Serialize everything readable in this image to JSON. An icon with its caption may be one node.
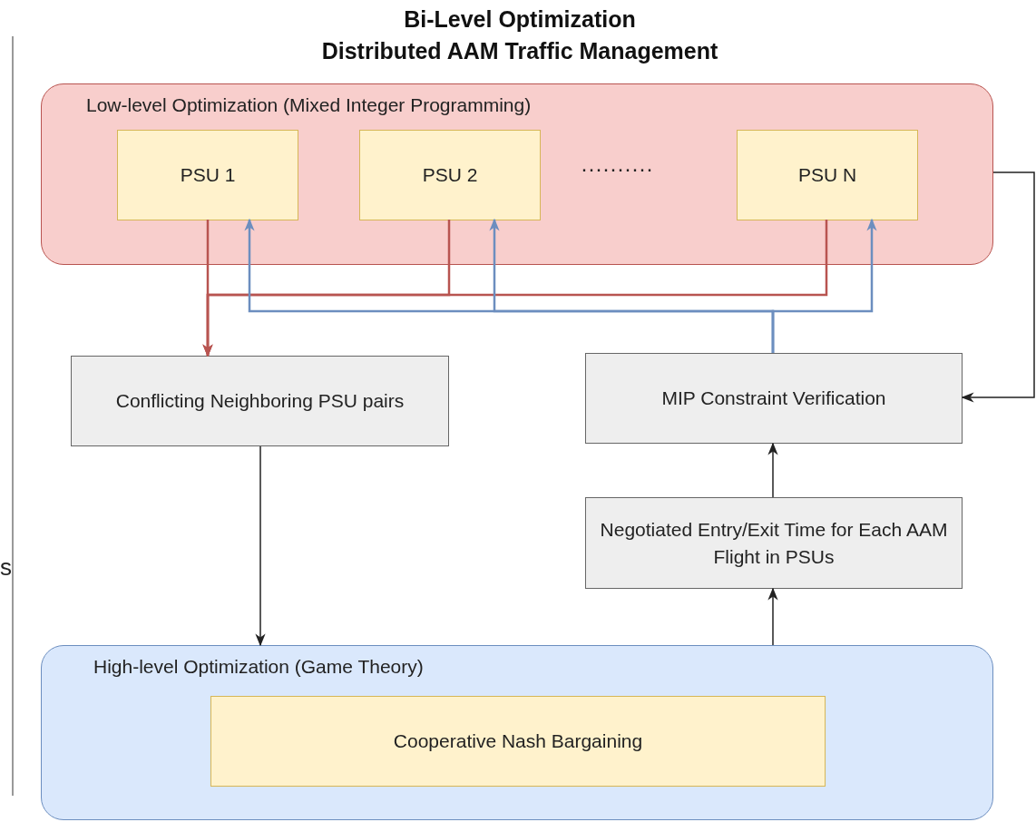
{
  "diagram": {
    "title": "Bi-Level Optimization Distributed AAM Traffic Management",
    "nodes": [
      {
        "text": [
          "Low-level Optimization (Mixed Integer Programming)"
        ]
      },
      {
        "text": [
          "PSU 1"
        ],
        "in": 0
      },
      {
        "text": [
          "PSU 2"
        ],
        "in": 0
      },
      {
        "text": [
          "PSU N"
        ],
        "in": 0
      },
      {
        "text": [
          "Conflicting Neighboring PSU pairs"
        ]
      },
      {
        "text": [
          "MIP Constraint Verification"
        ]
      },
      {
        "text": [
          "Negotiated Entry/Exit Time for Each AAM Flight in PSUs"
        ]
      },
      {
        "text": [
          "High-level Optimization (Game Theory)"
        ]
      },
      {
        "text": [
          "Cooperative Nash Bargaining"
        ],
        "in": 7
      }
    ],
    "edges": [
      {
        "from": 1,
        "to": 4,
        "arrow": "to",
        "color": "#b85450"
      },
      {
        "from": 2,
        "to": 4,
        "arrow": "to",
        "color": "#b85450"
      },
      {
        "from": 3,
        "to": 4,
        "arrow": "to",
        "color": "#b85450"
      },
      {
        "from": 5,
        "to": 1,
        "arrow": "to",
        "color": "#6c8ebf"
      },
      {
        "from": 5,
        "to": 2,
        "arrow": "to",
        "color": "#6c8ebf"
      },
      {
        "from": 5,
        "to": 3,
        "arrow": "to",
        "color": "#6c8ebf"
      },
      {
        "from": 4,
        "to": 7,
        "arrow": "to"
      },
      {
        "from": 7,
        "to": 6,
        "arrow": "to"
      },
      {
        "from": 6,
        "to": 5,
        "arrow": "to"
      },
      {
        "from": 0,
        "to": 5,
        "arrow": "to"
      }
    ],
    "labels": [
      "··········",
      "s"
    ]
  }
}
